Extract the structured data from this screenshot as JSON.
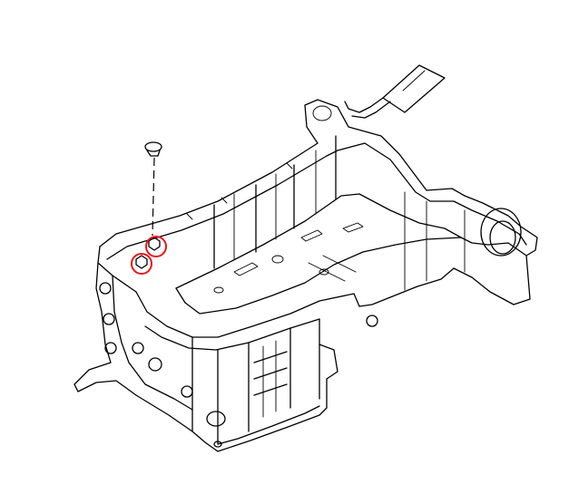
{
  "diagram": {
    "subject": "oil-pan-assembly",
    "line_color": "#000000",
    "background": "#ffffff",
    "highlight_color": "#e8141c",
    "highlighted_parts": [
      "drain-bolt-upper",
      "drain-bolt-lower"
    ]
  }
}
